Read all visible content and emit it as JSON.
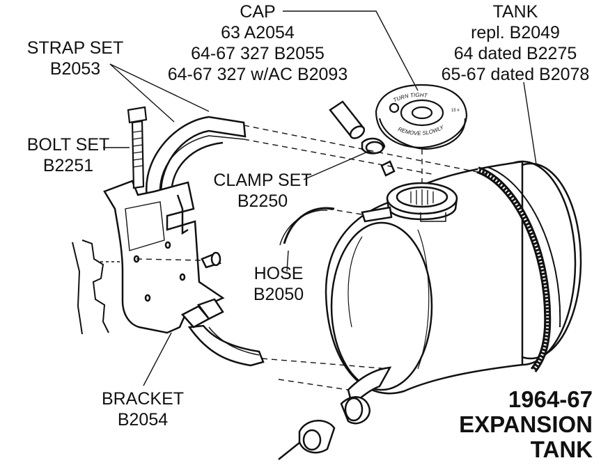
{
  "labels": {
    "cap": {
      "name": "CAP",
      "lines": [
        "63  A2054",
        "64-67 327 B2055",
        "64-67 327 w/AC B2093"
      ]
    },
    "tank": {
      "name": "TANK",
      "lines": [
        "repl. B2049",
        "64 dated B2275",
        "65-67 dated B2078"
      ]
    },
    "strap_set": {
      "name": "STRAP SET",
      "lines": [
        "B2053"
      ]
    },
    "bolt_set": {
      "name": "BOLT SET",
      "lines": [
        "B2251"
      ]
    },
    "clamp_set": {
      "name": "CLAMP SET",
      "lines": [
        "B2250"
      ]
    },
    "hose": {
      "name": "HOSE",
      "lines": [
        "B2050"
      ]
    },
    "bracket": {
      "name": "BRACKET",
      "lines": [
        "B2054"
      ]
    }
  },
  "title": {
    "lines": [
      "1964-67",
      "EXPANSION",
      "TANK"
    ]
  },
  "cap_stamp": {
    "top": "TURN TIGHT",
    "bottom": "REMOVE SLOWLY"
  }
}
